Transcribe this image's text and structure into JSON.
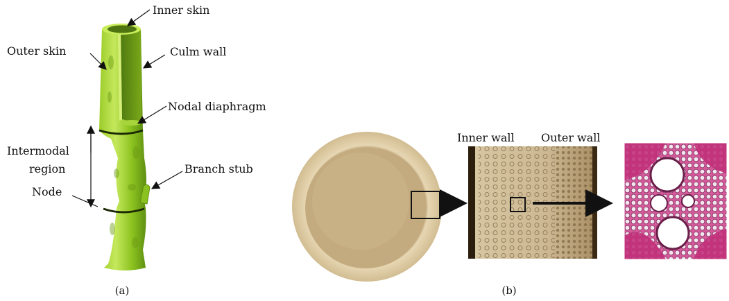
{
  "panel_a": {
    "labels": {
      "inner_skin": "Inner skin",
      "outer_skin": "Outer skin",
      "culm_wall": "Culm wall",
      "nodal_diaphragm": "Nodal diaphragm",
      "intermodal_line1": "Intermodal",
      "intermodal_line2": "region",
      "branch_stub": "Branch stub",
      "node": "Node"
    },
    "caption": "(a)"
  },
  "panel_b": {
    "labels": {
      "inner_wall": "Inner wall",
      "outer_wall": "Outer wall"
    },
    "caption": "(b)"
  },
  "colors": {
    "bamboo_light": "#b7e04a",
    "bamboo_mid": "#8cc21f",
    "bamboo_dark": "#5e8f12",
    "culm_tan": "#d9c39a",
    "culm_inner": "#c9ad78",
    "micro_pink": "#c2307a"
  }
}
